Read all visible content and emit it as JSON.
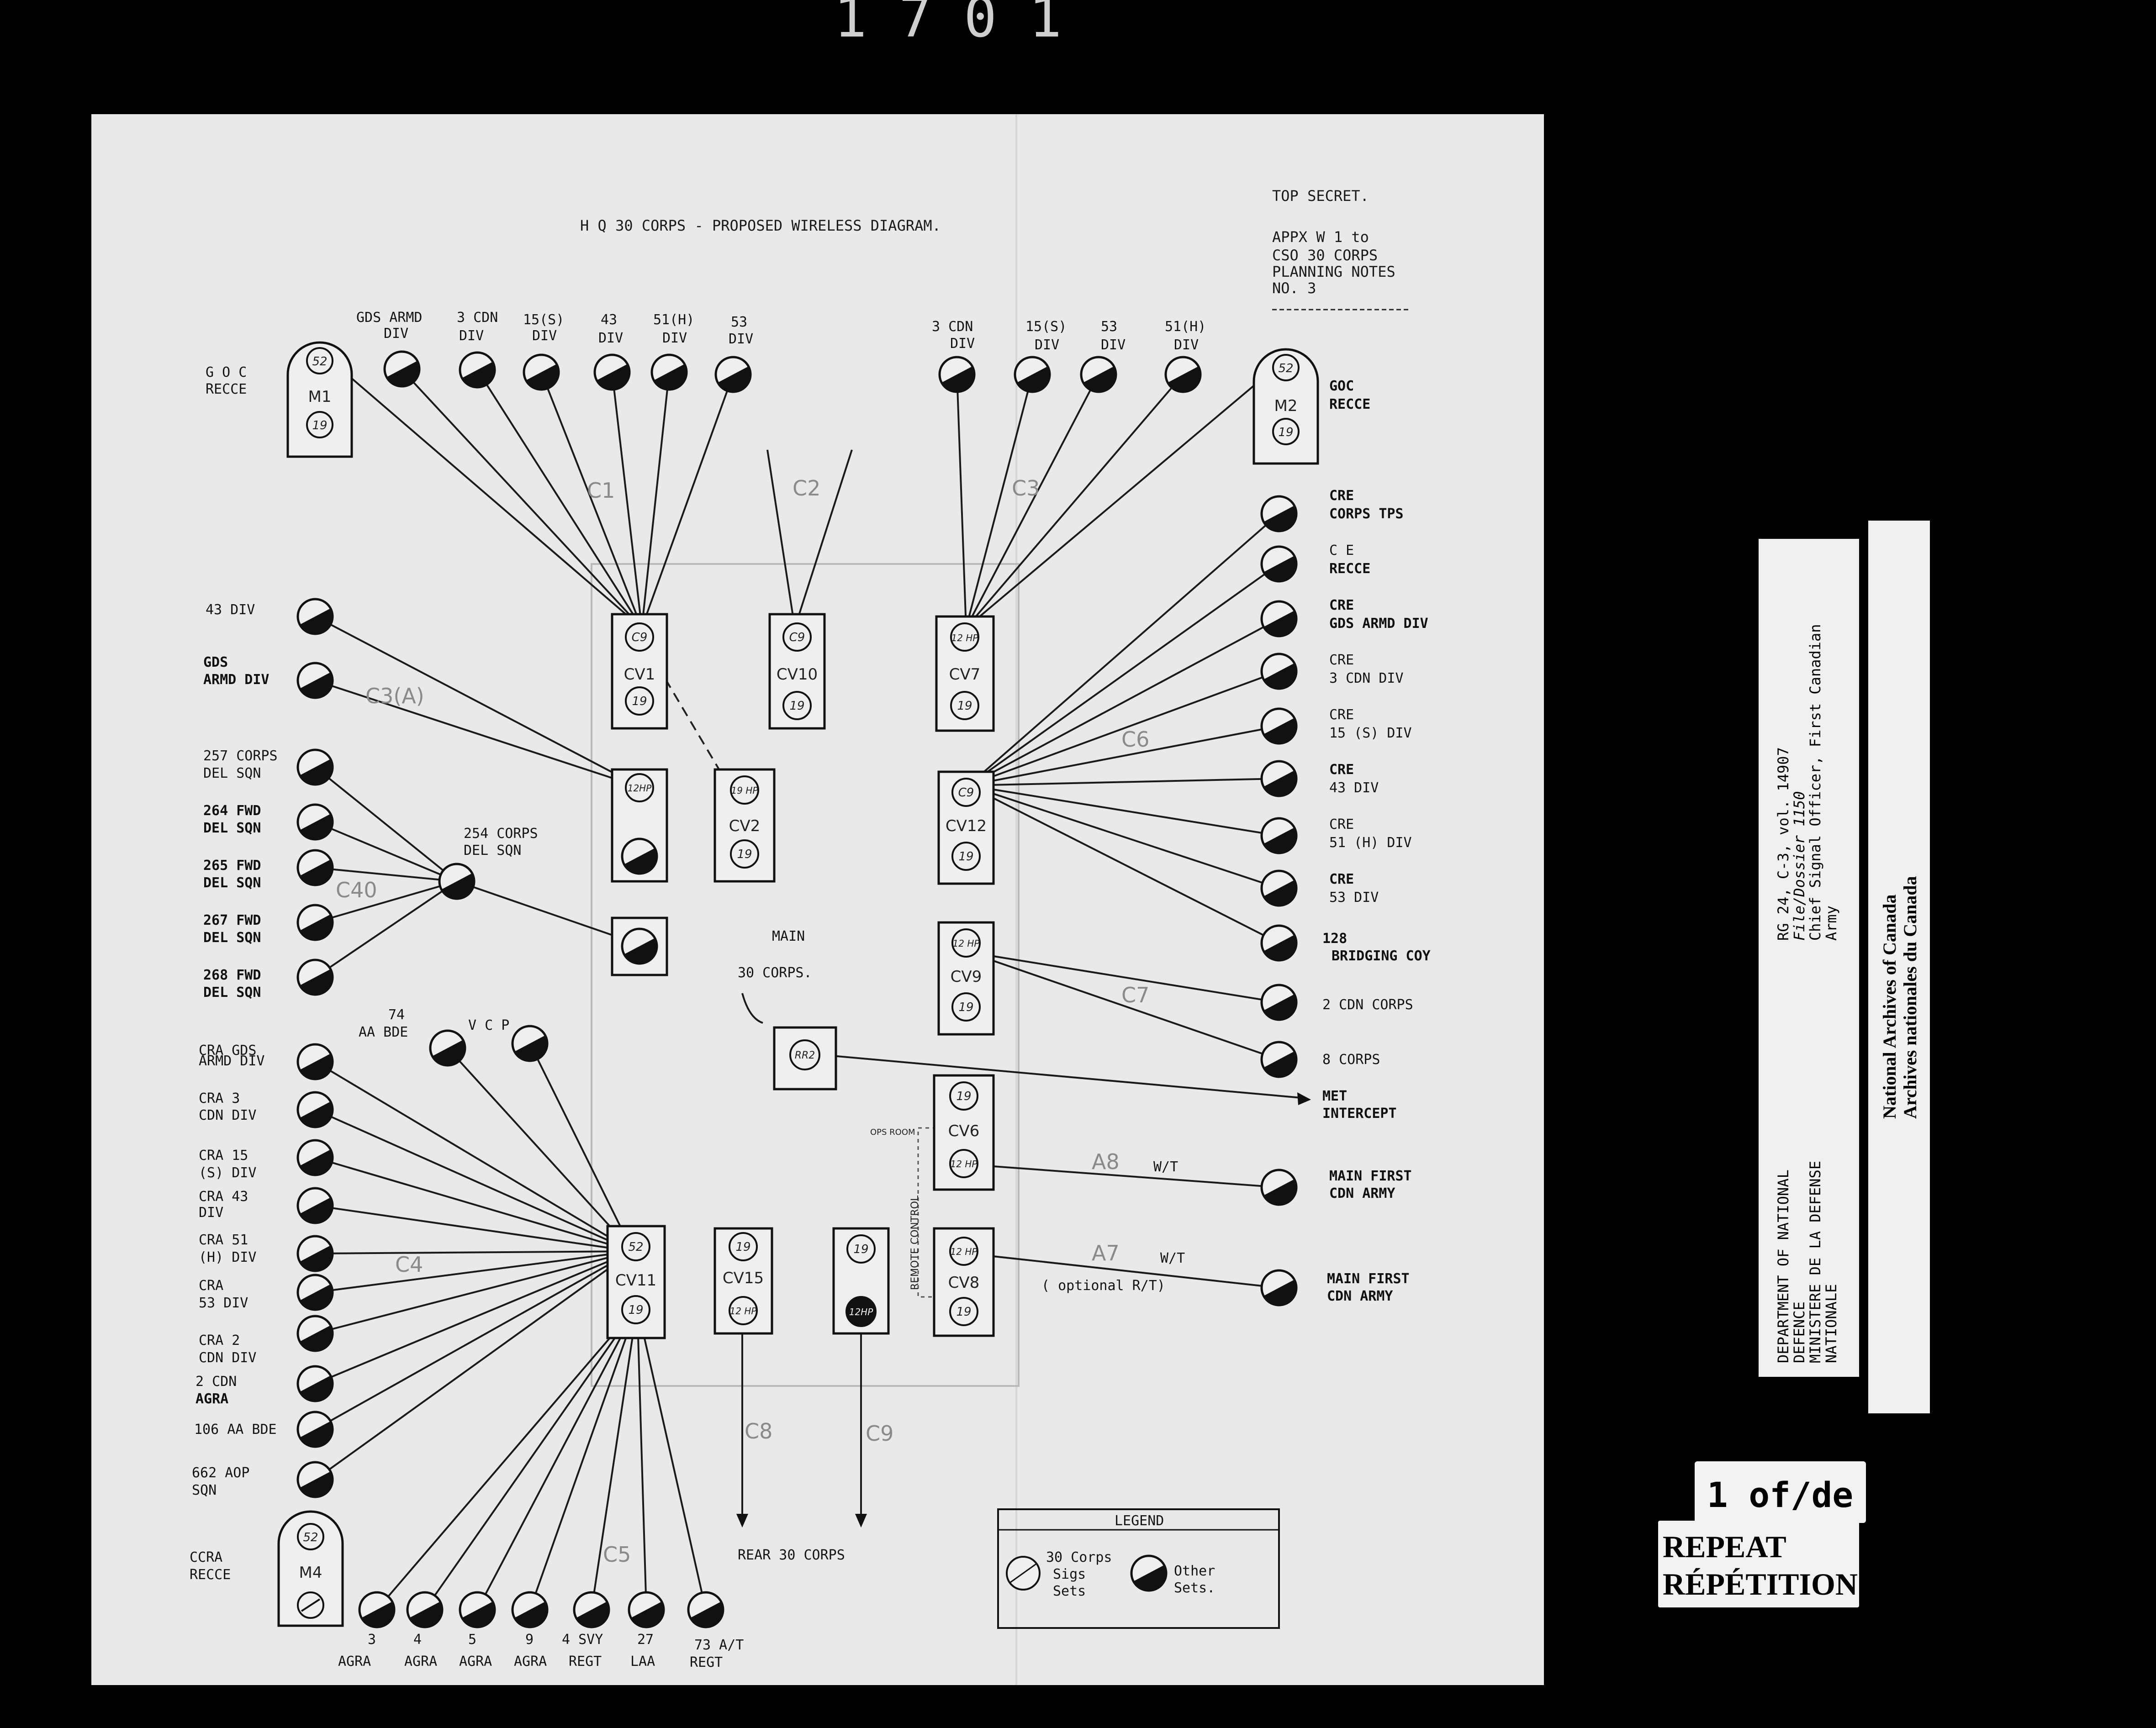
{
  "header": {
    "title": "H Q 30 CORPS - PROPOSED WIRELESS DIAGRAM.",
    "classification": "TOP SECRET.",
    "appx": [
      "APPX W 1 to",
      "CSO 30 CORPS",
      "PLANNING NOTES",
      "NO. 3"
    ]
  },
  "frame_number": "1701",
  "main_label": [
    "MAIN",
    "30 CORPS."
  ],
  "stations": {
    "top_left": [
      {
        "l1": "GDS ARMD",
        "l2": "DIV"
      },
      {
        "l1": "3 CDN",
        "l2": "DIV"
      },
      {
        "l1": "15(S)",
        "l2": "DIV"
      },
      {
        "l1": "43",
        "l2": "DIV"
      },
      {
        "l1": "51(H)",
        "l2": "DIV"
      },
      {
        "l1": "53",
        "l2": "DIV"
      }
    ],
    "top_right": [
      {
        "l1": "3 CDN",
        "l2": "DIV"
      },
      {
        "l1": "15(S)",
        "l2": "DIV"
      },
      {
        "l1": "53",
        "l2": "DIV"
      },
      {
        "l1": "51(H)",
        "l2": "DIV"
      }
    ],
    "m1": {
      "label": [
        "G O C",
        "RECCE"
      ],
      "name": "M1",
      "top": "52",
      "bottom": "19"
    },
    "m2": {
      "label": [
        "GOC",
        "RECCE"
      ],
      "name": "M2",
      "top": "52",
      "bottom": "19"
    },
    "m4": {
      "label": [
        "CCRA",
        "RECCE"
      ],
      "name": "M4",
      "top": "52"
    },
    "left_mid": [
      {
        "l1": "43 DIV",
        "l2": ""
      },
      {
        "l1": "GDS",
        "l2": "ARMD DIV"
      }
    ],
    "left_del": [
      {
        "l1": "257 CORPS",
        "l2": "DEL SQN"
      },
      {
        "l1": "264 FWD",
        "l2": "DEL SQN"
      },
      {
        "l1": "265 FWD",
        "l2": "DEL SQN"
      },
      {
        "l1": "267 FWD",
        "l2": "DEL SQN"
      },
      {
        "l1": "268 FWD",
        "l2": "DEL SQN"
      }
    ],
    "corps_del": {
      "l1": "254 CORPS",
      "l2": "DEL SQN"
    },
    "left_cra": [
      {
        "l1": "CRA GDS",
        "l2": "ARMD DIV"
      },
      {
        "l1": "CRA 3",
        "l2": "CDN DIV"
      },
      {
        "l1": "CRA 15",
        "l2": "(S) DIV"
      },
      {
        "l1": "CRA 43",
        "l2": "DIV"
      },
      {
        "l1": "CRA 51",
        "l2": "(H) DIV"
      },
      {
        "l1": "CRA",
        "l2": "53 DIV"
      },
      {
        "l1": "CRA 2",
        "l2": "CDN DIV"
      },
      {
        "l1": "2 CDN",
        "l2": "AGRA"
      },
      {
        "l1": "106 AA BDE",
        "l2": ""
      },
      {
        "l1": "662 AOP",
        "l2": "SQN"
      }
    ],
    "aa_bde": {
      "l1": "74",
      "l2": "AA BDE"
    },
    "vcp": "V C P",
    "bottom": [
      {
        "l1": "3",
        "l2": "AGRA"
      },
      {
        "l1": "4",
        "l2": "AGRA"
      },
      {
        "l1": "5",
        "l2": "AGRA"
      },
      {
        "l1": "9",
        "l2": "AGRA"
      },
      {
        "l1": "4 SVY",
        "l2": "REGT"
      },
      {
        "l1": "27",
        "l2": "LAA"
      },
      {
        "l1": "73 A/T",
        "l2": "REGT"
      }
    ],
    "right_cre": [
      {
        "l1": "CRE",
        "l2": "CORPS TPS"
      },
      {
        "l1": "C E",
        "l2": "RECCE"
      },
      {
        "l1": "CRE",
        "l2": "GDS ARMD DIV"
      },
      {
        "l1": "CRE",
        "l2": "3 CDN DIV"
      },
      {
        "l1": "CRE",
        "l2": "15 (S) DIV"
      },
      {
        "l1": "CRE",
        "l2": "43 DIV"
      },
      {
        "l1": "CRE",
        "l2": "51 (H) DIV"
      },
      {
        "l1": "CRE",
        "l2": "53 DIV"
      },
      {
        "l1": "128",
        "l2": "BRIDGING COY"
      }
    ],
    "right_corps": [
      {
        "l1": "2 CDN CORPS",
        "l2": ""
      },
      {
        "l1": "8 CORPS",
        "l2": ""
      }
    ],
    "met": [
      "MET",
      "INTERCEPT"
    ],
    "main_first": [
      {
        "l1": "MAIN FIRST",
        "l2": "CDN ARMY"
      },
      {
        "l1": "MAIN FIRST",
        "l2": "CDN ARMY"
      }
    ]
  },
  "vehicles": {
    "cv1": {
      "name": "CV1",
      "top": "C9",
      "bottom": "19"
    },
    "cv10": {
      "name": "CV10",
      "top": "C9",
      "bottom": "19"
    },
    "cv7": {
      "name": "CV7",
      "top": "12 HP",
      "bottom": "19"
    },
    "cv2": {
      "name": "CV2",
      "top": "19 HP",
      "bottom": "19"
    },
    "cv12": {
      "name": "CV12",
      "top": "C9",
      "bottom": "19"
    },
    "cv9": {
      "name": "CV9",
      "top": "12 HP",
      "bottom": "19"
    },
    "cv6": {
      "name": "CV6",
      "top": "19",
      "bottom": "12 HP"
    },
    "cv11": {
      "name": "CV11",
      "top": "52",
      "bottom": "19"
    },
    "cv15": {
      "name": "CV15",
      "top": "19",
      "bottom": "12 HP"
    },
    "cv8": {
      "name": "CV8",
      "top": "12 HP",
      "bottom": "19"
    },
    "plain_top": "12HP",
    "right_top": "19",
    "right_bottom": "12HP",
    "rr2": "RR2"
  },
  "nets": {
    "c1": "C1",
    "c2": "C2",
    "c3": "C3",
    "c3a": "C3(A)",
    "c40": "C40",
    "c4": "C4",
    "c5": "C5",
    "c6": "C6",
    "c7": "C7",
    "c8": "C8",
    "c9": "C9",
    "a8": "A8",
    "a7": "A7",
    "wt1": "W/T",
    "wt2": "W/T",
    "optional": "( optional R/T)",
    "rear": "REAR 30 CORPS",
    "remote": "REMOTE CONTROL",
    "opsroom": "OPS ROOM"
  },
  "legend": {
    "title": "LEGEND",
    "item1": [
      "30 Corps",
      "Sigs",
      "Sets"
    ],
    "item2": [
      "Other",
      "Sets."
    ]
  },
  "archive": {
    "ref": [
      "RG 24, C-3, vol. 14907",
      "File/Dossier 1150",
      "Chief Signal Officer, First Canadian",
      "Army"
    ],
    "dept": [
      "DEPARTMENT OF NATIONAL",
      "DEFENCE",
      "MINISTERE DE LA DEFENSE",
      "NATIONALE"
    ],
    "nac": [
      "National Archives of Canada",
      "Archives nationales du Canada"
    ],
    "frame": "1 of/de",
    "repeat": [
      "REPEAT",
      "RÉPÉTITION"
    ]
  }
}
